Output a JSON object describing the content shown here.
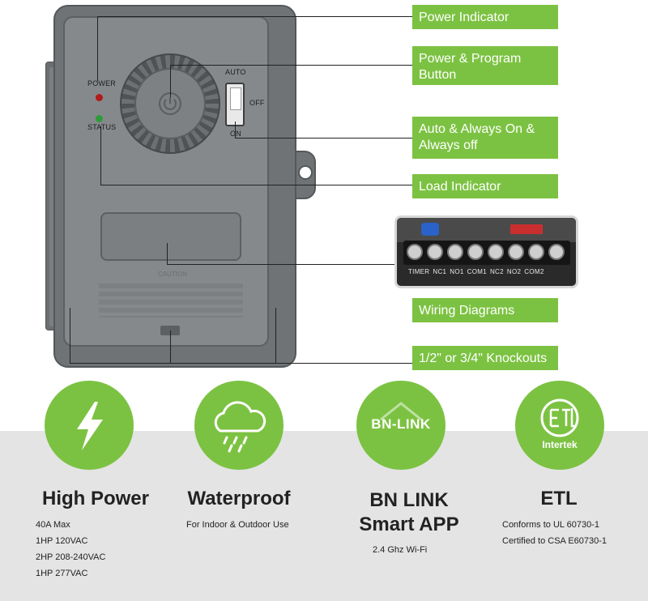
{
  "device": {
    "power_label": "POWER",
    "status_label": "STATUS",
    "auto_label": "AUTO",
    "off_label": "OFF",
    "on_label": "ON",
    "caution_label": "CAUTION"
  },
  "callouts": [
    {
      "label": "Power Indicator"
    },
    {
      "label": "Power & Program Button"
    },
    {
      "label": "Auto & Always On & Always off"
    },
    {
      "label": "Load Indicator"
    },
    {
      "label": "Wiring Diagrams"
    },
    {
      "label": "1/2\" or 3/4\" Knockouts"
    }
  ],
  "terminals": [
    "TIMER",
    "NC1",
    "NO1",
    "COM1",
    "NC2",
    "NO2",
    "COM2"
  ],
  "features": [
    {
      "title": "High Power",
      "lines": [
        "40A Max",
        "1HP 120VAC",
        "2HP  208-240VAC",
        "1HP  277VAC"
      ],
      "icon": "lightning-icon"
    },
    {
      "title": "Waterproof",
      "lines": [
        "For Indoor & Outdoor Use"
      ],
      "icon": "rain-cloud-icon"
    },
    {
      "title_line1": "BN LINK",
      "title_line2": "Smart APP",
      "lines": [
        "2.4 Ghz Wi-Fi"
      ],
      "icon": "bn-link-logo-icon",
      "logo_text": "BN-LINK"
    },
    {
      "title": "ETL",
      "lines": [
        "Conforms to UL 60730-1",
        "Certified to CSA E60730-1"
      ],
      "icon": "etl-logo-icon",
      "logo_text": "Intertek"
    }
  ],
  "colors": {
    "accent": "#7cc242",
    "device": "#6f7376",
    "band": "#e4e4e4"
  }
}
